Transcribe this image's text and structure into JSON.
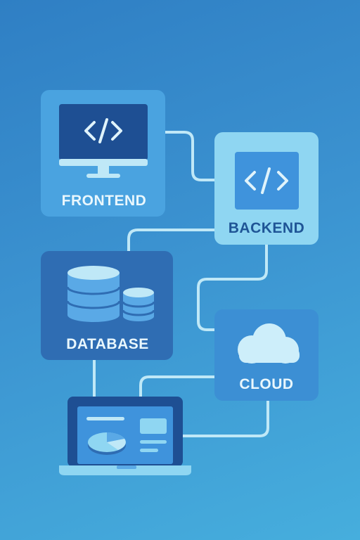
{
  "nodes": {
    "frontend": {
      "label": "FRONTEND"
    },
    "backend": {
      "label": "BACKEND"
    },
    "database": {
      "label": "DATABASE"
    },
    "cloud": {
      "label": "CLOUD"
    }
  },
  "colors": {
    "background_top": "#2f7fc4",
    "background_bottom": "#46aedd",
    "frontend_card": "#4aa3e0",
    "backend_card": "#8fd6f2",
    "database_card": "#2f6db3",
    "cloud_card": "#3c8fd4",
    "connector": "#bfe8f7",
    "label_light": "#e9f7fd",
    "label_dark": "#1f5596"
  },
  "icons": {
    "frontend": "monitor-code-icon",
    "backend": "code-icon",
    "database": "database-icon",
    "cloud": "cloud-icon",
    "client": "laptop-dashboard-icon"
  }
}
